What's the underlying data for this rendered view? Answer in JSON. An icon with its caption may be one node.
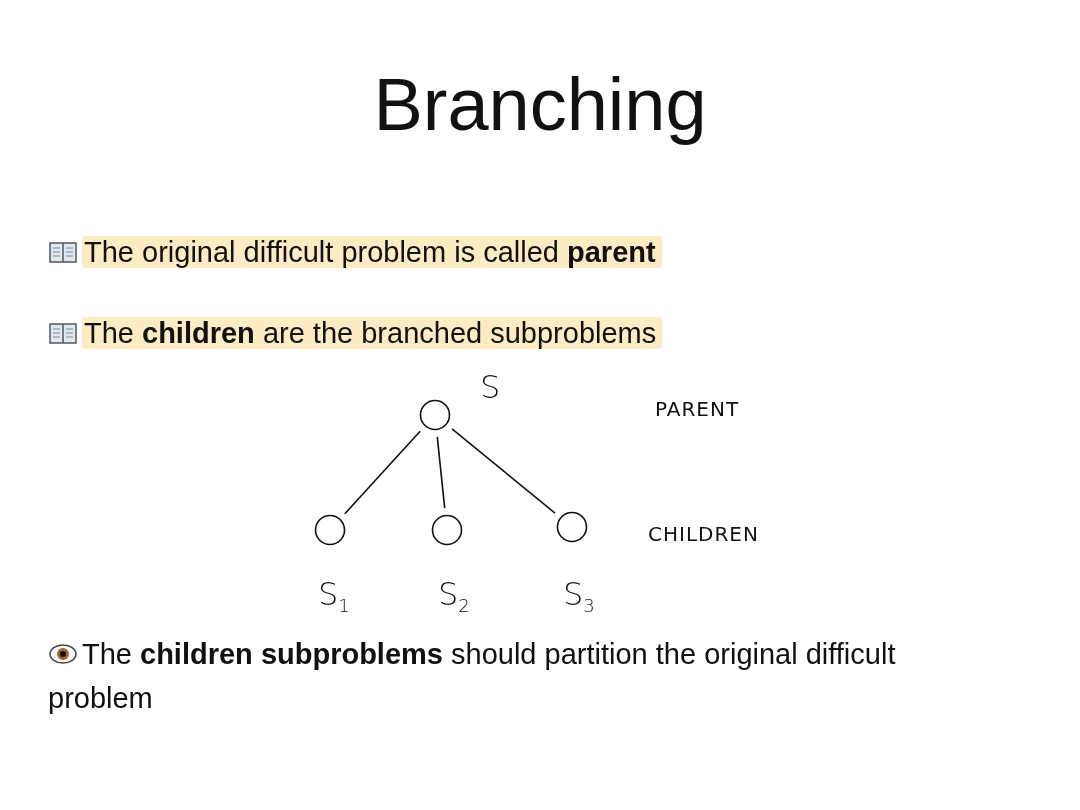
{
  "diagram": {
    "title": "Branching",
    "nodes": [
      {
        "text": [],
        "shape": "circle",
        "beside": [
          "S"
        ]
      },
      {
        "text": [],
        "shape": "circle",
        "beside": [
          "S$_{1}$"
        ]
      },
      {
        "text": [],
        "shape": "circle",
        "beside": [
          "S$_{2}$"
        ]
      },
      {
        "text": [],
        "shape": "circle",
        "beside": [
          "S$_{3}$"
        ]
      }
    ],
    "edges": [
      {
        "from": 0,
        "to": 1,
        "arrow": "none"
      },
      {
        "from": 0,
        "to": 2,
        "arrow": "none"
      },
      {
        "from": 0,
        "to": 3,
        "arrow": "none"
      }
    ],
    "labels": [
      "The original difficult problem is called **parent**",
      "The **children** are the branched subproblems",
      "PARENT",
      "CHILDREN",
      "The **children subproblems** should partition the original difficult problem"
    ]
  }
}
